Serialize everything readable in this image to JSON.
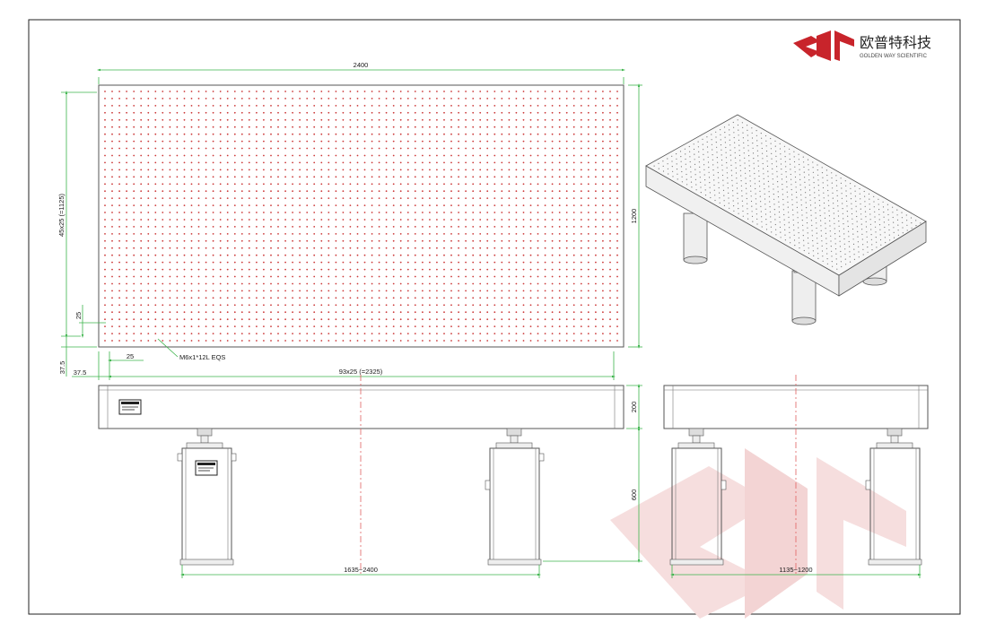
{
  "logo": {
    "name_cn": "欧普特科技",
    "name_en": "GOLDEN WAY SCIENTIFIC",
    "color": "#c8242b"
  },
  "top_view": {
    "width_label": "2400",
    "height_label": "1200",
    "hole_rows_label": "45x25 (=1125)",
    "hole_cols_label": "93x25 (=2325)",
    "pitch_y_label": "25",
    "pitch_x_label": "25",
    "margin_y_label": "37.5",
    "margin_x_label": "37.5",
    "hole_spec_label": "M6x1*12L EQS",
    "hole_color": "#cc3a3a"
  },
  "front_view": {
    "table_thickness_label": "200",
    "leg_height_label": "600",
    "leg_span_label": "1635~2400"
  },
  "side_view": {
    "leg_span_label": "1135~1200"
  },
  "colors": {
    "dimension": "#3cb44b",
    "outline": "#555555",
    "centerline": "#e06060",
    "watermark": "#f3d6d6"
  }
}
